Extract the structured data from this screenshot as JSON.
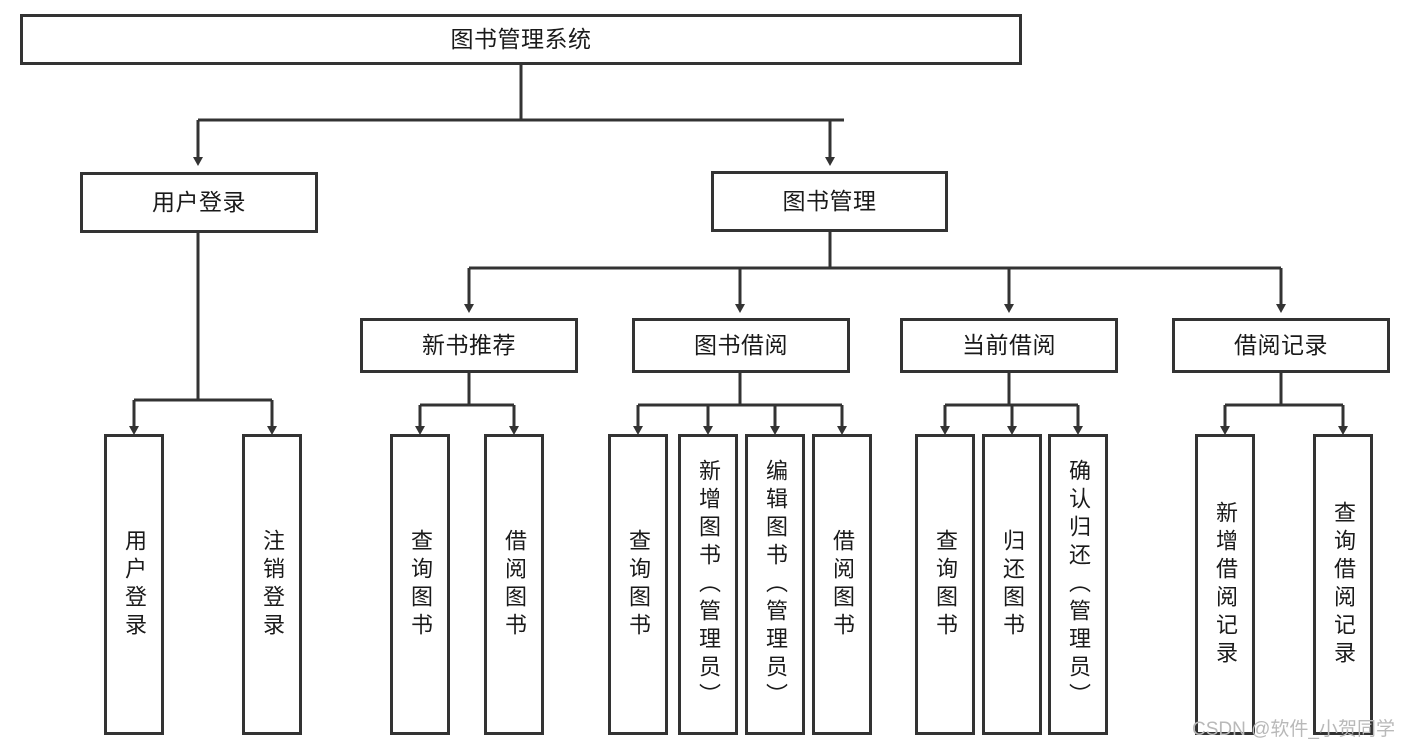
{
  "diagram": {
    "title": "图书管理系统",
    "type": "hierarchy-tree",
    "root": {
      "label": "图书管理系统",
      "orientation": "horizontal"
    },
    "level2": [
      {
        "label": "用户登录",
        "orientation": "horizontal"
      },
      {
        "label": "图书管理",
        "orientation": "horizontal"
      }
    ],
    "level3": [
      {
        "label": "新书推荐",
        "orientation": "horizontal"
      },
      {
        "label": "图书借阅",
        "orientation": "horizontal"
      },
      {
        "label": "当前借阅",
        "orientation": "horizontal"
      },
      {
        "label": "借阅记录",
        "orientation": "horizontal"
      }
    ],
    "leaves": {
      "user_login": [
        {
          "label": "用户登录"
        },
        {
          "label": "注销登录"
        }
      ],
      "new_book_recommend": [
        {
          "label": "查询图书"
        },
        {
          "label": "借阅图书"
        }
      ],
      "book_borrow": [
        {
          "label": "查询图书"
        },
        {
          "label": "新增图书（管理员）"
        },
        {
          "label": "编辑图书（管理员）"
        },
        {
          "label": "借阅图书"
        }
      ],
      "current_borrow": [
        {
          "label": "查询图书"
        },
        {
          "label": "归还图书"
        },
        {
          "label": "确认归还（管理员）"
        }
      ],
      "borrow_record": [
        {
          "label": "新增借阅记录"
        },
        {
          "label": "查询借阅记录"
        }
      ]
    }
  },
  "watermark": {
    "text": "CSDN @软件_小贺同学"
  },
  "colors": {
    "stroke": "#333333",
    "background": "#ffffff",
    "text": "#1a1a1a",
    "watermark": "#b9b9b9"
  }
}
